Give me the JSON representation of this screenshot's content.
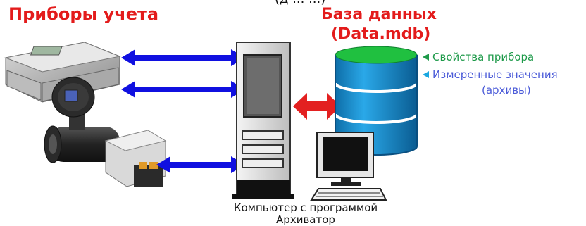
{
  "top_fragment": "(д ... ...)",
  "devices_title": "Приборы учета",
  "db_title_line1": "База данных",
  "db_title_line2": "(Data.mdb)",
  "legend": [
    {
      "label": "Свойства прибора",
      "color": "#1e9a4a"
    },
    {
      "label": "Измеренные значения",
      "color": "#1aa7e0"
    },
    {
      "label": "(архивы)",
      "color": "#4b5bd8"
    }
  ],
  "caption_line1": "Компьютер с программой",
  "caption_line2": "Архиватор",
  "colors": {
    "title": "#e31b1b",
    "link_arrow": "#1010e0",
    "db_arrow": "#e32020",
    "db_body": "#1a8fc8",
    "db_top": "#20c040"
  }
}
